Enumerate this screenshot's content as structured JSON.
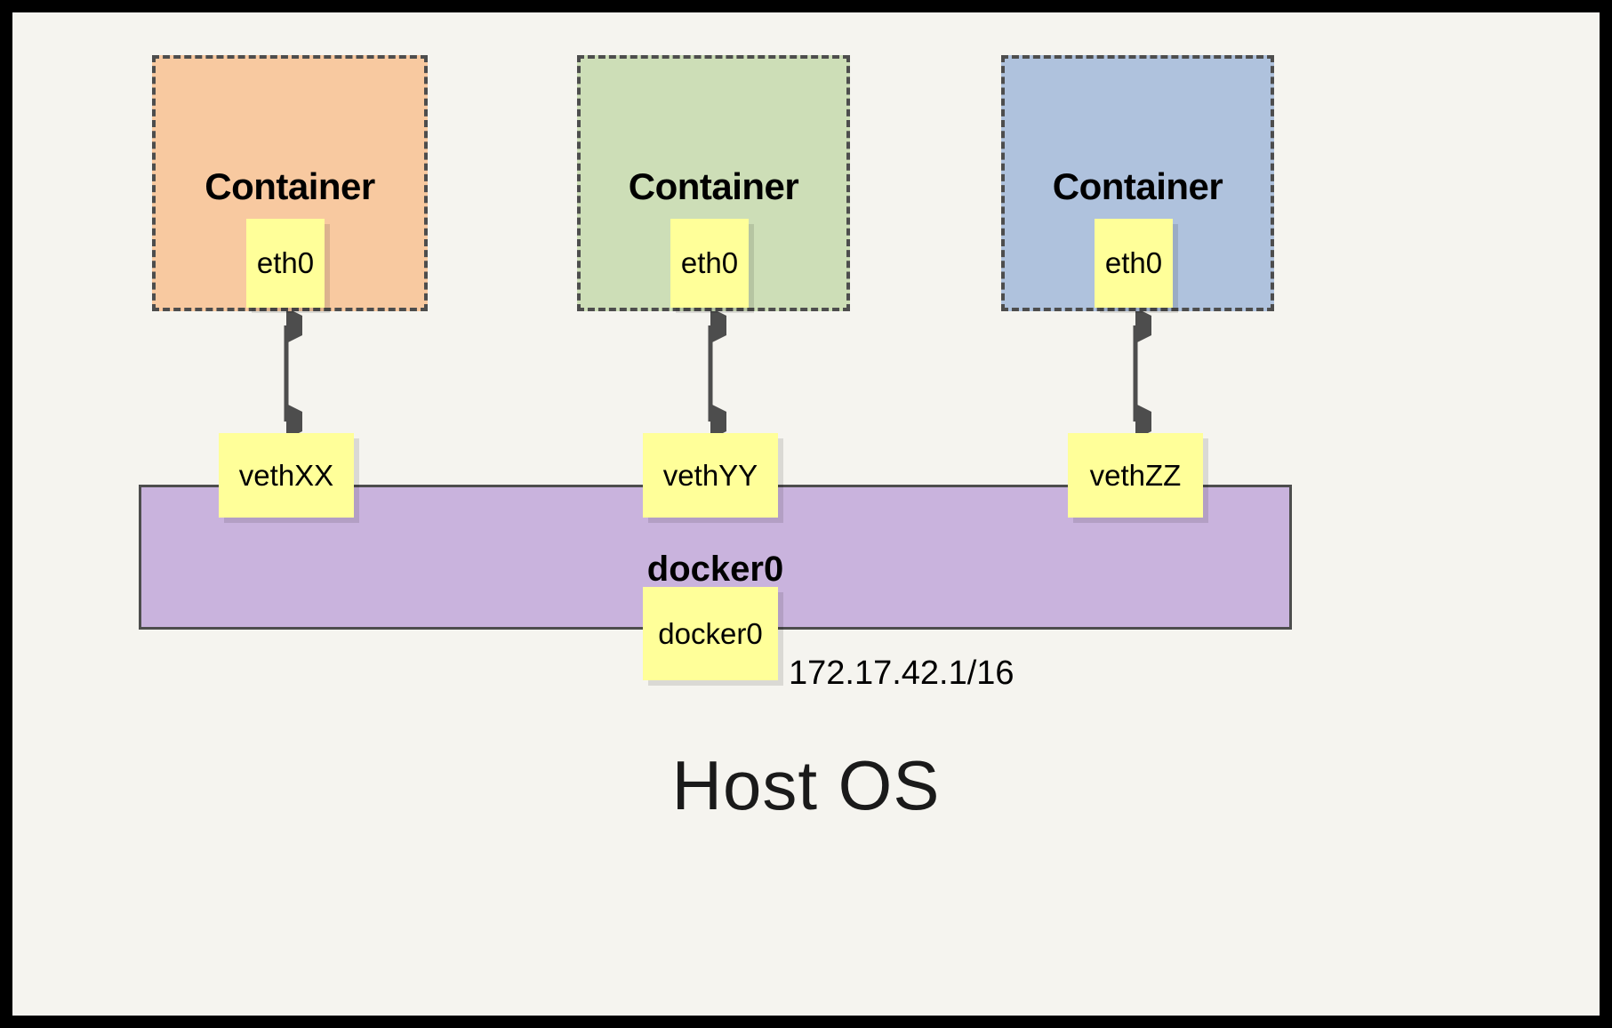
{
  "diagram": {
    "background_color": "#f5f4ef",
    "frame_color": "#000000",
    "host_os_label": "Host OS",
    "ip_label": "172.17.42.1/16",
    "bridge": {
      "label": "docker0",
      "color": "#c9b3dd",
      "interface_box_label": "docker0"
    },
    "containers": [
      {
        "title": "Container",
        "color": "#f8c9a0",
        "interface_label": "eth0",
        "veth_label": "vethXX"
      },
      {
        "title": "Container",
        "color": "#cddeb7",
        "interface_label": "eth0",
        "veth_label": "vethYY"
      },
      {
        "title": "Container",
        "color": "#afc2dd",
        "interface_label": "eth0",
        "veth_label": "vethZZ"
      }
    ],
    "colors": {
      "note_fill": "#ffff99",
      "dashed_border": "#4d4d4d",
      "arrow": "#4d4d4d",
      "bridge_fill": "#c9b3dd"
    }
  }
}
